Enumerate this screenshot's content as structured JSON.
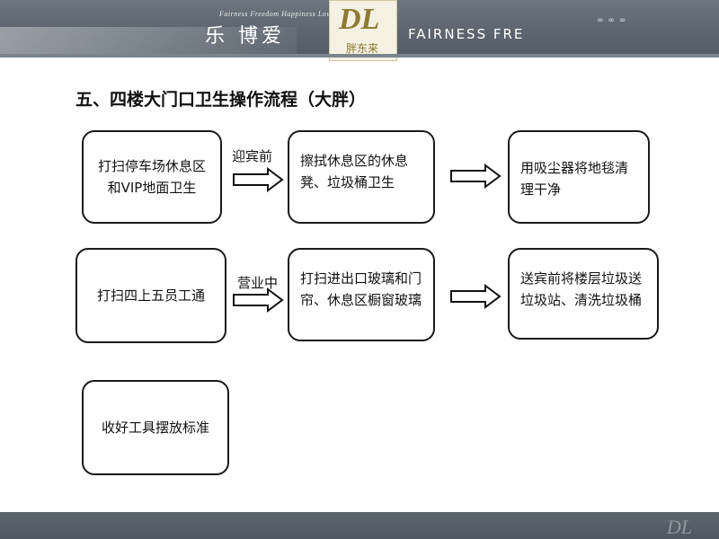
{
  "header": {
    "tagline": "Fairness Freedom Happiness Love",
    "slogan_cn": "乐 博爱",
    "logo_mark": "DL",
    "logo_text": "胖东来",
    "slogan_en": "FAIRNESS FRE",
    "right_text": "∞ ∞ ∞"
  },
  "title": "五、四楼大门口卫生操作流程（大胖）",
  "steps": {
    "r1c1": "打扫停车场休息区和VIP地面卫生",
    "r1c2": "擦拭休息区的休息凳、垃圾桶卫生",
    "r1c3": "用吸尘器将地毯清理干净",
    "r2c1": "打扫四上五员工通",
    "r2c2": "打扫进出口玻璃和门帘、休息区橱窗玻璃",
    "r2c3": "送宾前将楼层垃圾送垃圾站、清洗垃圾桶",
    "r3c1": "收好工具摆放标准"
  },
  "arrow_labels": {
    "r1": "迎宾前",
    "r2": "营业中"
  },
  "footer": {
    "mark": "DL"
  }
}
